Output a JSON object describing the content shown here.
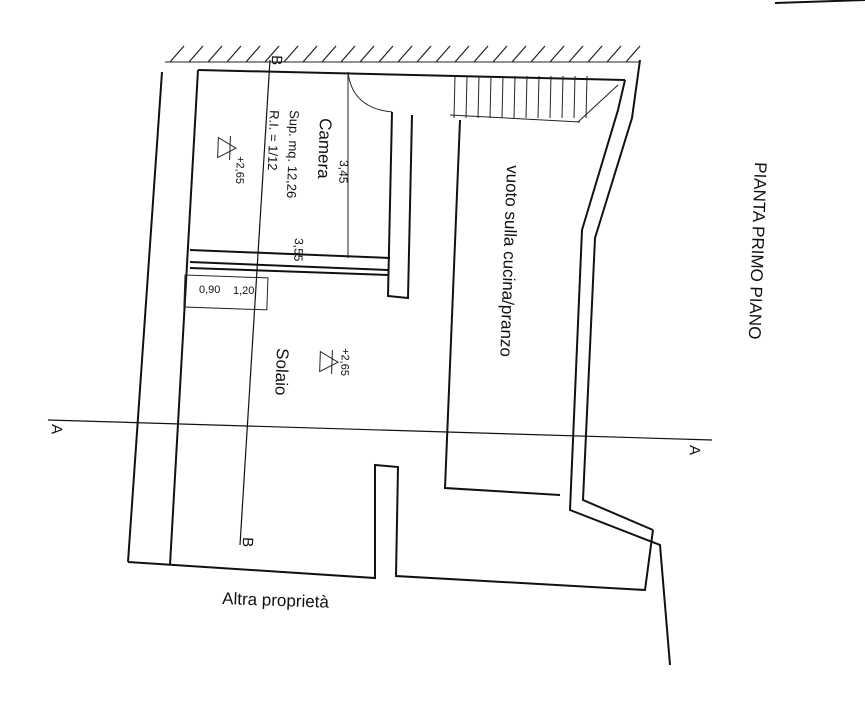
{
  "title": "PIANTA PRIMO PIANO",
  "rooms": {
    "camera": {
      "name": "Camera",
      "surface": "Sup. mq. 12,26",
      "ratio": "R.I. = 1/12",
      "level": "+2,65",
      "dim_width": "3,45",
      "dim_depth": "3,55"
    },
    "solaio": {
      "name": "Solaio",
      "level": "+2,65"
    },
    "void": {
      "label": "vuoto sulla cucina/pranzo"
    }
  },
  "window": {
    "dim_a": "0,90",
    "dim_b": "1,20"
  },
  "sections": {
    "a_left": "A",
    "a_right": "A",
    "b_top": "B",
    "b_bottom": "B"
  },
  "neighbor": "Altra proprietà"
}
